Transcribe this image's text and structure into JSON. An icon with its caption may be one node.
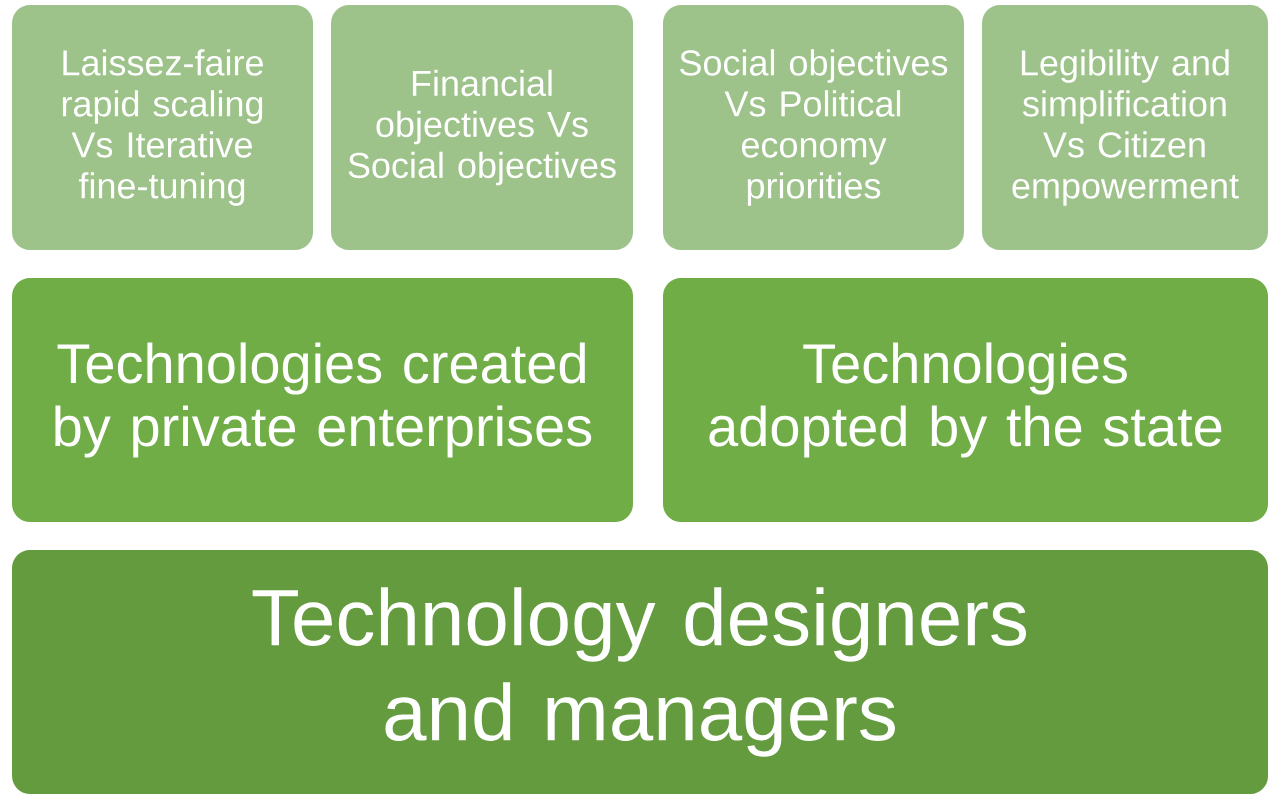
{
  "diagram": {
    "nodes": [
      {
        "text": [
          "Laissez-faire rapid scaling Vs Iterative fine-tuning"
        ]
      },
      {
        "text": [
          "Financial objectives Vs Social objectives"
        ]
      },
      {
        "text": [
          "Social objectives Vs Political economy priorities"
        ]
      },
      {
        "text": [
          "Legibility and simplification Vs Citizen empowerment"
        ]
      },
      {
        "text": [
          "Technologies created by private enterprises"
        ]
      },
      {
        "text": [
          "Technologies adopted by the state"
        ]
      },
      {
        "text": [
          "Technology designers and managers"
        ]
      }
    ]
  }
}
